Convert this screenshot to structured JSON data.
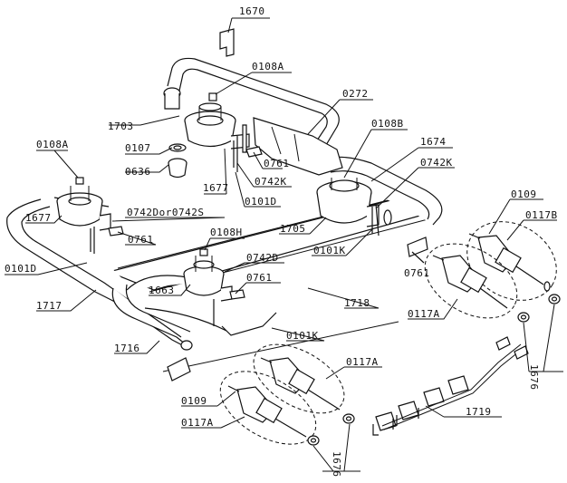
{
  "labels": {
    "l1670": "1670",
    "l0108A_top": "0108A",
    "l0272": "0272",
    "l1703": "1703",
    "l0108B": "0108B",
    "l1674": "1674",
    "l0108A_left": "0108A",
    "l0107": "0107",
    "l0636": "0636",
    "l0761_a": "0761",
    "l0742K_a": "0742K",
    "l1677_a": "1677",
    "l0101D_a": "0101D",
    "l0742K_b": "0742K",
    "l1705": "1705",
    "l0101K_a": "0101K",
    "l0109_a": "0109",
    "l0117B": "0117B",
    "l1677_b": "1677",
    "l0742Dor0742S": "0742Dor0742S",
    "l0761_b": "0761",
    "l0108H": "0108H",
    "l0742D": "0742D",
    "l0761_c": "0761",
    "l0761_d": "0761",
    "l0101D_b": "0101D",
    "l1663": "1663",
    "l1717": "1717",
    "l1718": "1718",
    "l0117A_a": "0117A",
    "l1716": "1716",
    "l0101K_b": "0101K",
    "l1676_a": "1676",
    "l0117A_b": "0117A",
    "l0109_b": "0109",
    "l0117A_c": "0117A",
    "l1719": "1719",
    "l1676_b": "1676"
  }
}
